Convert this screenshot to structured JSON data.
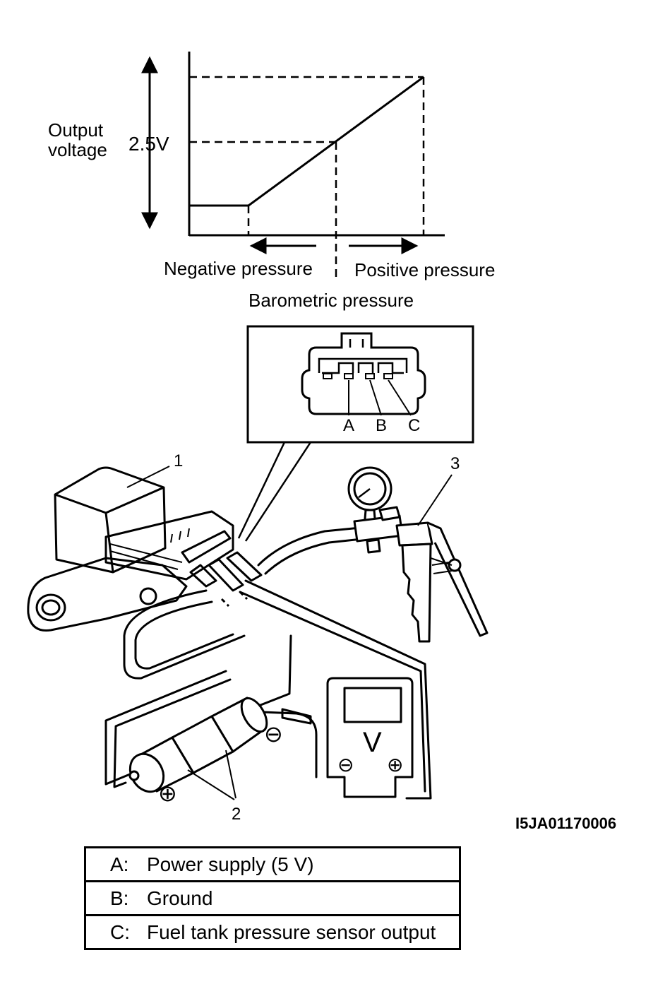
{
  "graph": {
    "ylabel_line1": "Output",
    "ylabel_line2": "voltage",
    "y_marker": "2.5V",
    "x_negative": "Negative pressure",
    "x_positive": "Positive pressure",
    "x_center": "Barometric pressure"
  },
  "connector": {
    "pins": [
      "A",
      "B",
      "C"
    ]
  },
  "callouts": {
    "sensor": "1",
    "batteries": "2",
    "vacuum_pump": "3"
  },
  "meter": {
    "symbol": "V",
    "neg": "⊖",
    "pos": "⊕"
  },
  "battery": {
    "neg": "⊖",
    "pos": "⊕"
  },
  "figure_id": "I5JA01170006",
  "legend": [
    {
      "key": "A:",
      "desc": "Power supply (5 V)"
    },
    {
      "key": "B:",
      "desc": "Ground"
    },
    {
      "key": "C:",
      "desc": "Fuel tank pressure sensor output"
    }
  ]
}
